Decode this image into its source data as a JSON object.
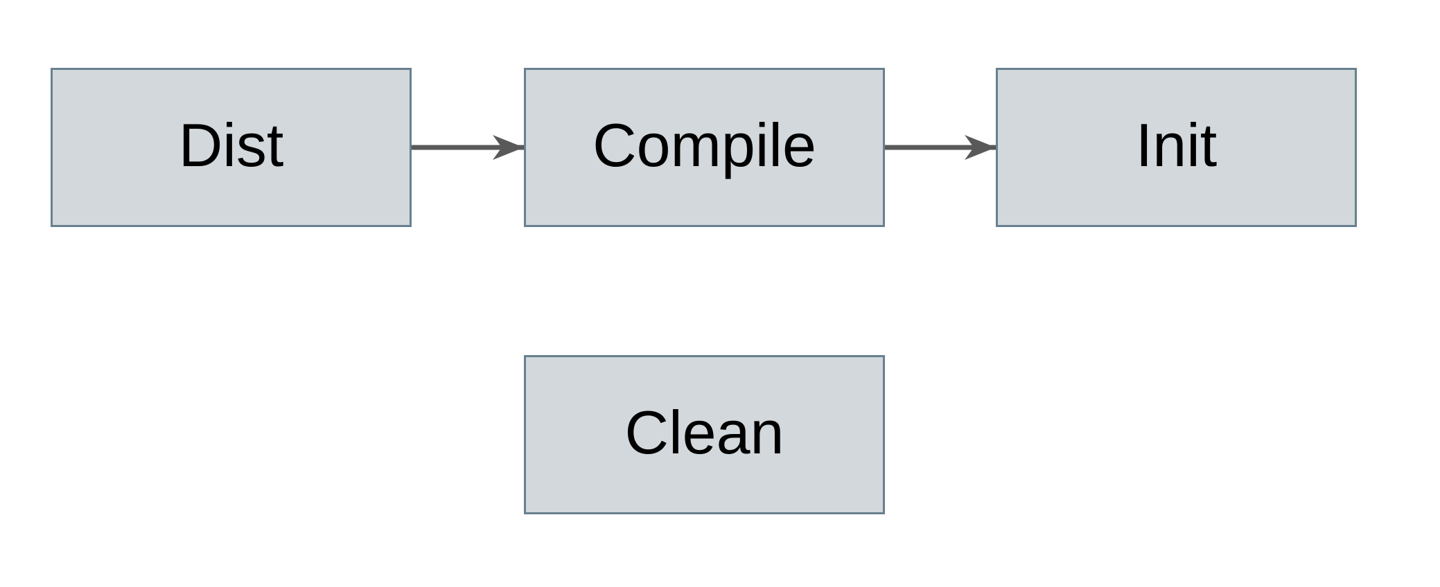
{
  "page": {
    "background": "#ffffff"
  },
  "colors": {
    "node_fill": "#d2d8db",
    "node_border": "#68808f",
    "arrow": "#595959",
    "text": "#000000"
  },
  "nodes": {
    "dist": {
      "label": "Dist"
    },
    "compile": {
      "label": "Compile"
    },
    "init": {
      "label": "Init"
    },
    "clean": {
      "label": "Clean"
    }
  },
  "edges": [
    {
      "from": "Dist",
      "to": "Compile"
    },
    {
      "from": "Compile",
      "to": "Init"
    }
  ]
}
